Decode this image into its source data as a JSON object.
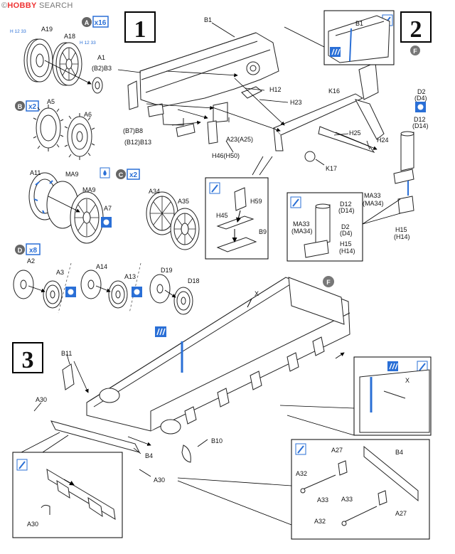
{
  "watermark": {
    "prefix": "©",
    "brand": "HOBBY",
    "rest": " SEARCH"
  },
  "steps": [
    {
      "number": "1"
    },
    {
      "number": "2"
    },
    {
      "number": "3"
    }
  ],
  "sprues": {
    "A": {
      "letter": "A",
      "qty": "x16"
    },
    "B": {
      "letter": "B",
      "qty": "x2"
    },
    "C": {
      "letter": "C",
      "qty": "x2"
    },
    "D": {
      "letter": "D",
      "qty": "x8"
    },
    "F": {
      "letter": "F"
    }
  },
  "paint_refs": {
    "a19_code": "H 12 33",
    "a18_code": "H 12 33"
  },
  "parts": {
    "wheels": [
      "A19",
      "A18",
      "A1",
      "A5",
      "A6",
      "A11",
      "MA9",
      "MA9",
      "A7",
      "A34",
      "A35"
    ],
    "idlers": [
      "A2",
      "A3",
      "A14",
      "A13",
      "D19",
      "D18"
    ],
    "step1": [
      "B1",
      "(B2)B3",
      "(B7)B8",
      "(B12)B13",
      "H12",
      "H23",
      "A23(A25)",
      "H46(H50)",
      "K16",
      "H25",
      "H24",
      "K17",
      "D2",
      "(D4)",
      "D12",
      "(D14)"
    ],
    "inset_h": [
      "H59",
      "H45",
      "B9"
    ],
    "inset_ma": [
      "MA33",
      "(MA34)",
      "D12",
      "(D14)",
      "D2",
      "(D4)",
      "H15",
      "(H14)"
    ],
    "ext_ma": [
      "MA33",
      "(MA34)",
      "H15",
      "(H14)"
    ],
    "inset_b1": [
      "B1"
    ],
    "step3": [
      "X",
      "B11",
      "A30",
      "B10",
      "B4",
      "A30"
    ],
    "inset_x": [
      "X"
    ],
    "inset_a30": [
      "A30"
    ],
    "inset_b4": [
      "A27",
      "B4",
      "A32",
      "A33",
      "A33",
      "A27",
      "A32"
    ]
  }
}
